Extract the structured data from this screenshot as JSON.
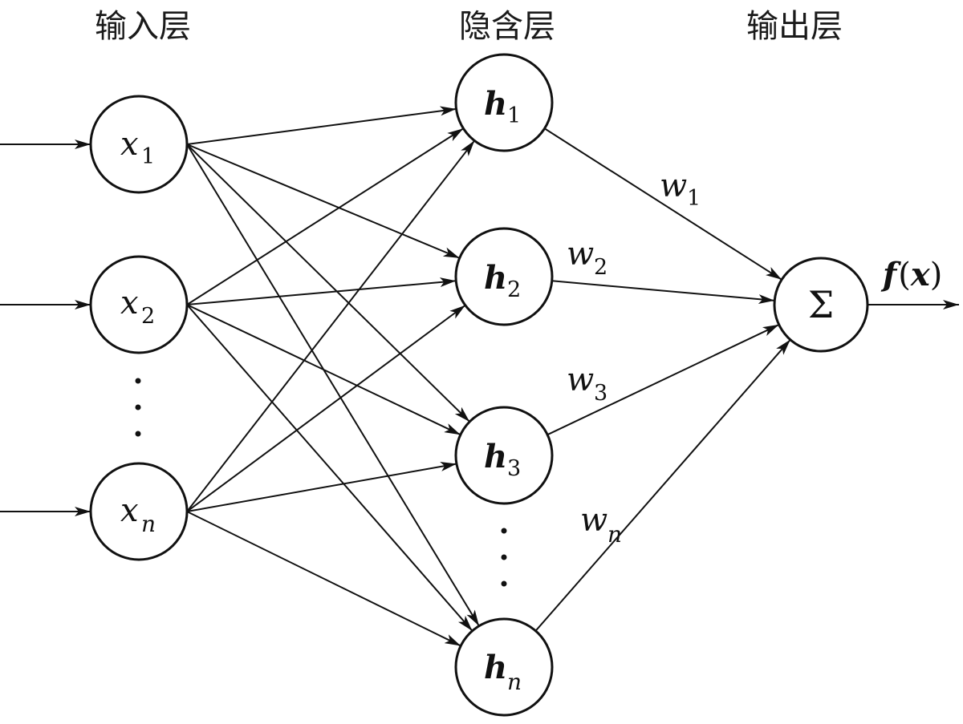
{
  "layers": {
    "input": "输入层",
    "hidden": "隐含层",
    "output": "输出层"
  },
  "input_nodes": [
    {
      "base": "x",
      "sub": "1"
    },
    {
      "base": "x",
      "sub": "2"
    },
    {
      "base": "x",
      "sub": "n"
    }
  ],
  "hidden_nodes": [
    {
      "base": "h",
      "sub": "1"
    },
    {
      "base": "h",
      "sub": "2"
    },
    {
      "base": "h",
      "sub": "3"
    },
    {
      "base": "h",
      "sub": "n"
    }
  ],
  "output_node": {
    "symbol": "Σ"
  },
  "weights": [
    {
      "base": "w",
      "sub": "1"
    },
    {
      "base": "w",
      "sub": "2"
    },
    {
      "base": "w",
      "sub": "3"
    },
    {
      "base": "w",
      "sub": "n"
    }
  ],
  "output": {
    "func": "f",
    "open": "(",
    "arg": "x",
    "close": ")"
  }
}
